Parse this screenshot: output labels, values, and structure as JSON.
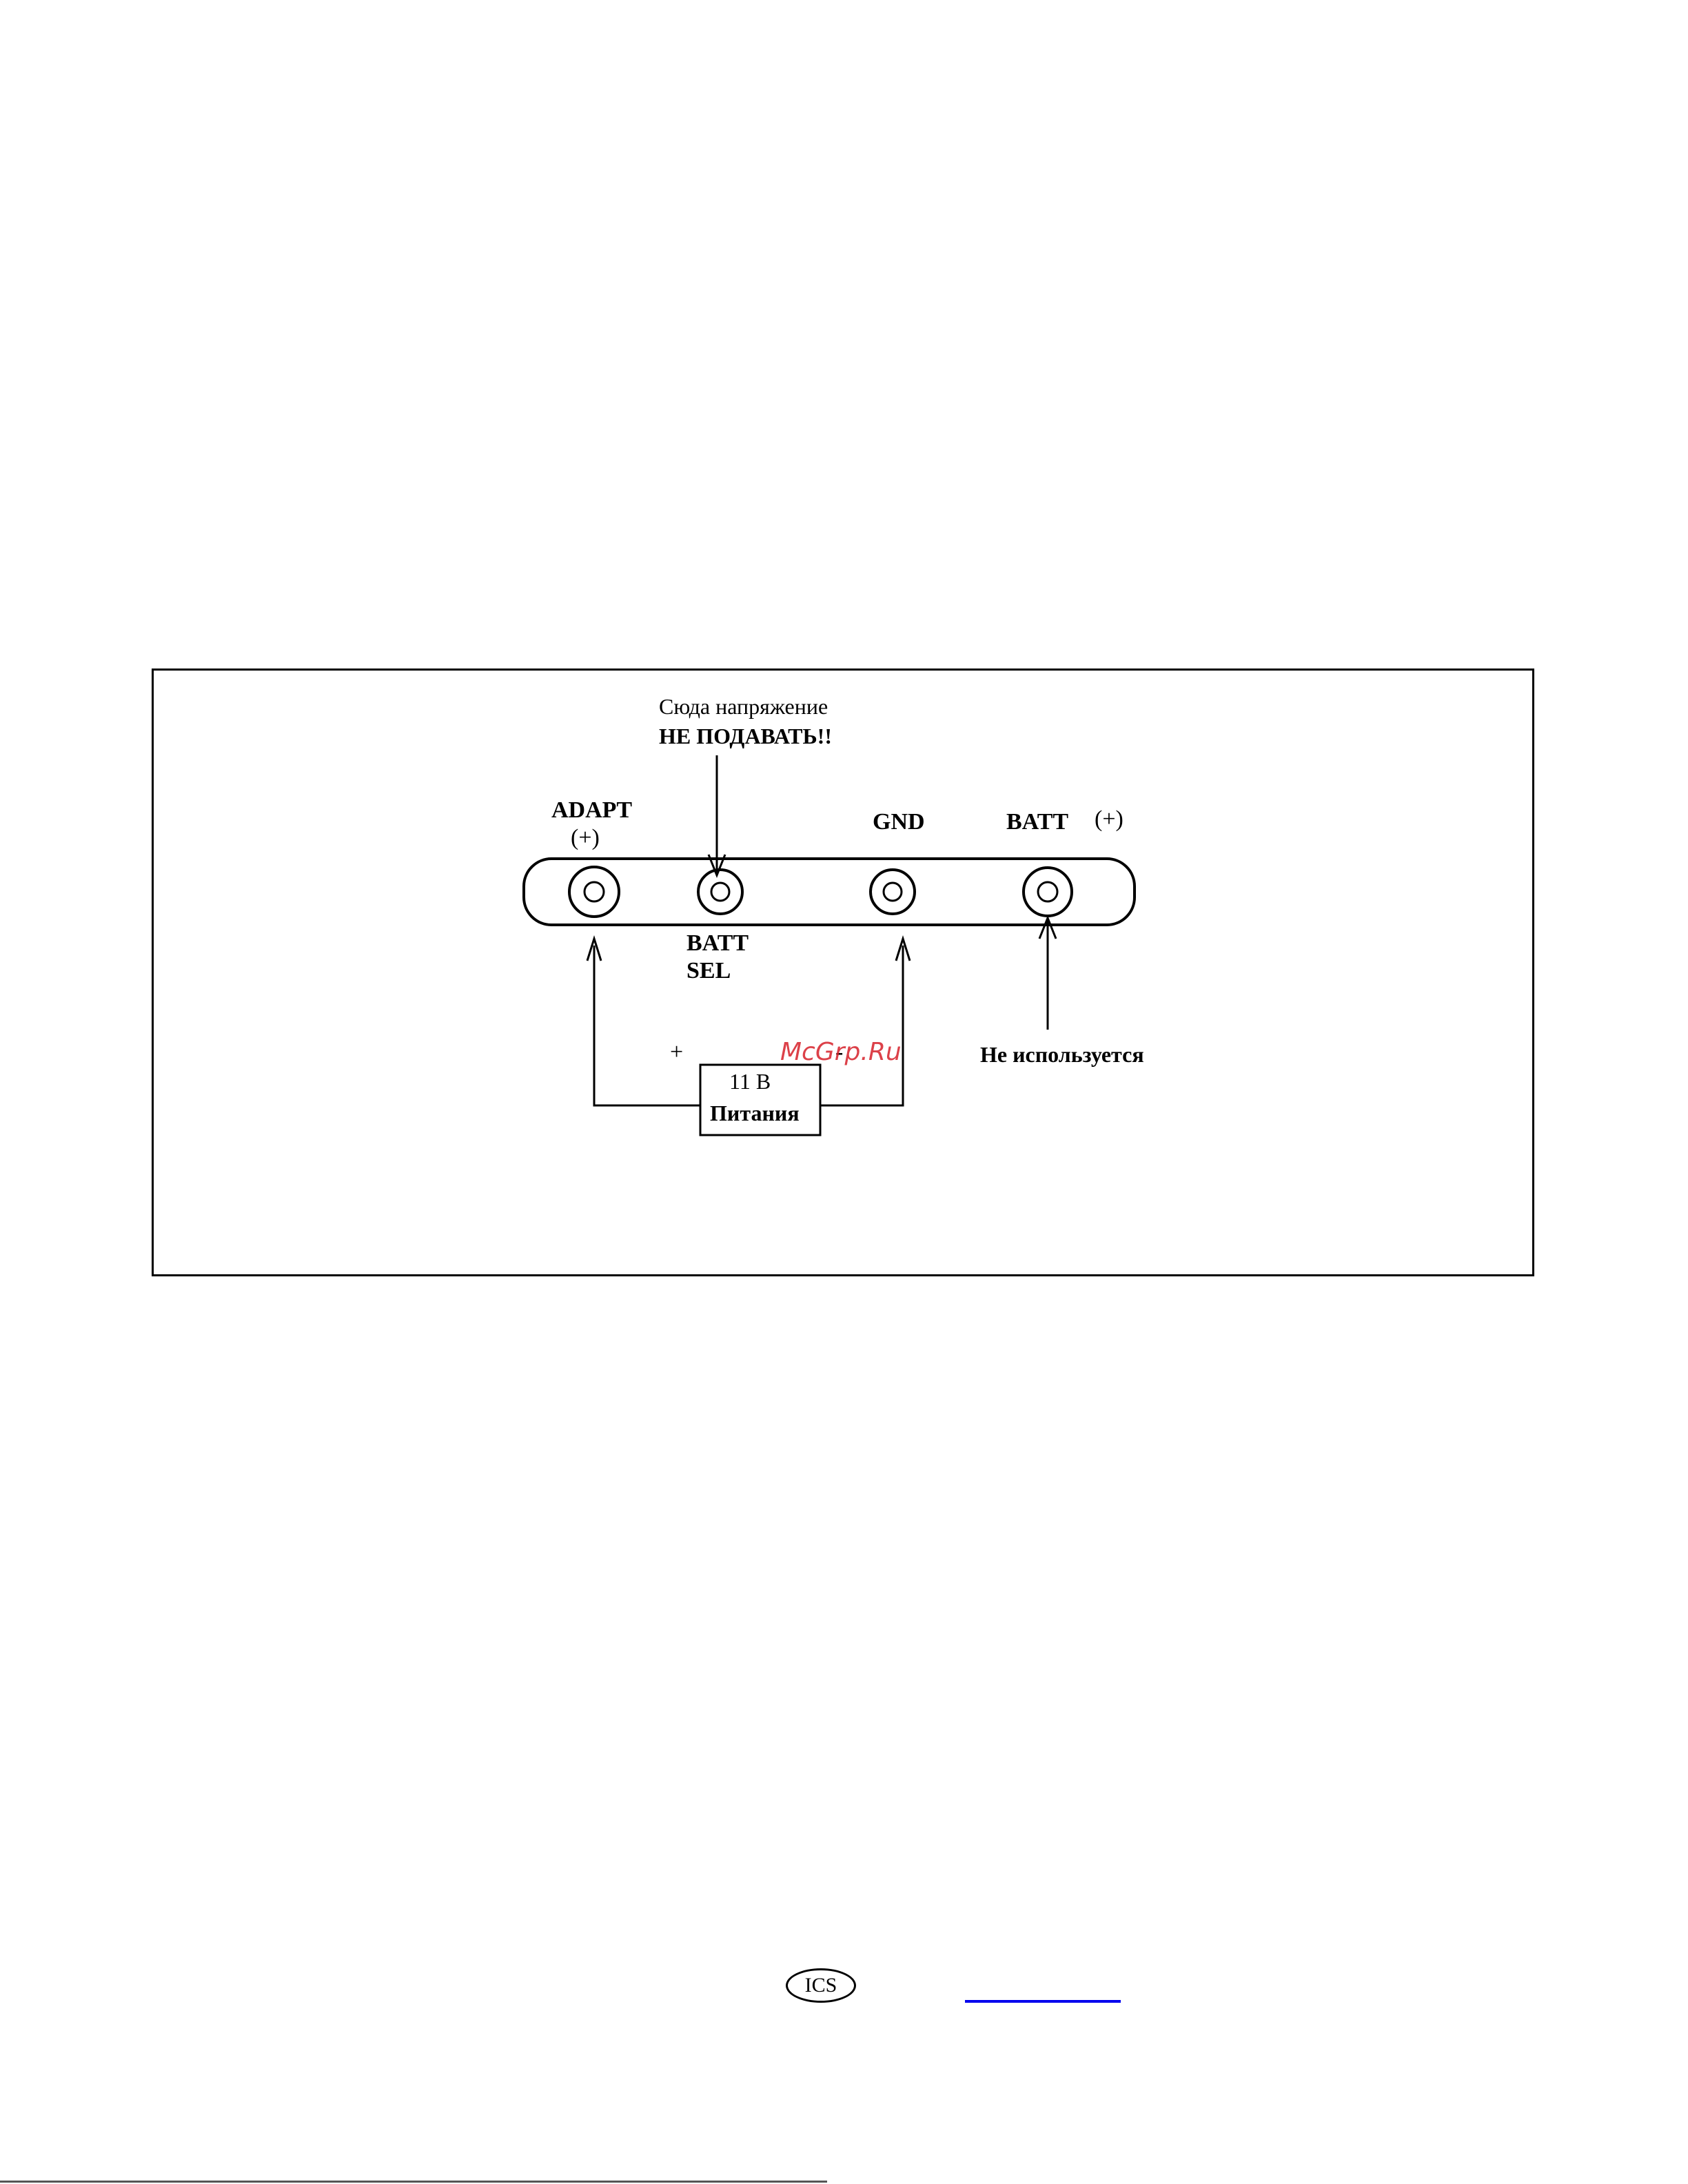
{
  "diagram": {
    "warning_line1": "Сюда напряжение",
    "warning_line2": "НЕ ПОДАВАТЬ!!",
    "terminals": {
      "adapt": "ADAPT",
      "adapt_polarity": "(+)",
      "batt_sel_line1": "BATT",
      "batt_sel_line2": "SEL",
      "gnd": "GND",
      "batt": "BATT",
      "batt_polarity": "(+)"
    },
    "power_supply": {
      "voltage": "11 В",
      "label": "Питания",
      "plus": "+",
      "minus": "-"
    },
    "not_used": "Не используется"
  },
  "watermark": "McGrp.Ru",
  "footer": {
    "logo": "ICS"
  }
}
